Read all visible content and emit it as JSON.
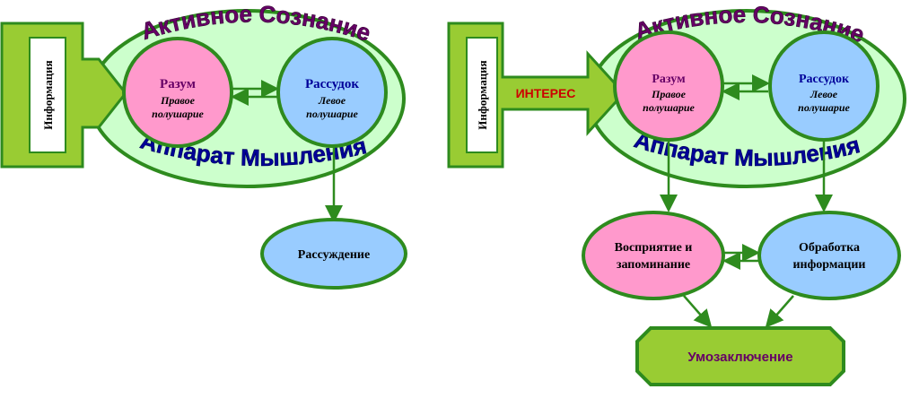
{
  "left": {
    "info_label": "Информация",
    "top_arc": "Активное Сознание",
    "bottom_arc": "Аппарат Мышления",
    "razum_title": "Разум",
    "razum_sub1": "Правое",
    "razum_sub2": "полушарие",
    "rassudok_title": "Рассудок",
    "rassudok_sub1": "Левое",
    "rassudok_sub2": "полушарие",
    "output": "Рассуждение"
  },
  "right": {
    "info_label": "Информация",
    "interest": "ИНТЕРЕС",
    "top_arc": "Активное Сознание",
    "bottom_arc": "Аппарат Мышления",
    "razum_title": "Разум",
    "razum_sub1": "Правое",
    "razum_sub2": "полушарие",
    "rassudok_title": "Рассудок",
    "rassudok_sub1": "Левое",
    "rassudok_sub2": "полушарие",
    "perception_line1": "Восприятие и",
    "perception_line2": "запоминание",
    "processing_line1": "Обработка",
    "processing_line2": "информации",
    "conclusion": "Умозаключение"
  },
  "colors": {
    "green_dark": "#2e8b1e",
    "green_fill": "#99cc33",
    "oval_fill": "#ccffcc",
    "pink": "#ff99cc",
    "blue": "#99ccff",
    "purple": "#660066",
    "navy": "#000099",
    "red": "#cc0000"
  }
}
